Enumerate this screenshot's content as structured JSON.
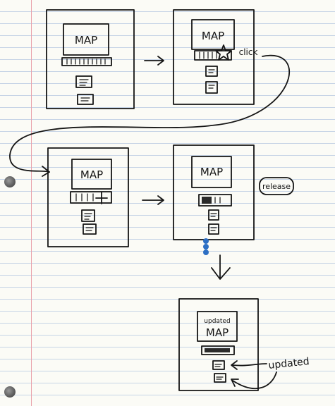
{
  "frames": [
    {
      "id": "frame-1",
      "map_label": "MAP"
    },
    {
      "id": "frame-2",
      "map_label": "MAP",
      "annotation": "click"
    },
    {
      "id": "frame-3",
      "map_label": "MAP"
    },
    {
      "id": "frame-4",
      "map_label": "MAP",
      "annotation": "release"
    },
    {
      "id": "frame-5",
      "map_caption": "updated",
      "map_label": "MAP",
      "annotation": "updated"
    }
  ],
  "colors": {
    "ink": "#151515",
    "paper": "#fbfbf6",
    "rule": "#c6d4e6",
    "margin": "#e9a0aa",
    "dots": "#2d6fc4"
  }
}
